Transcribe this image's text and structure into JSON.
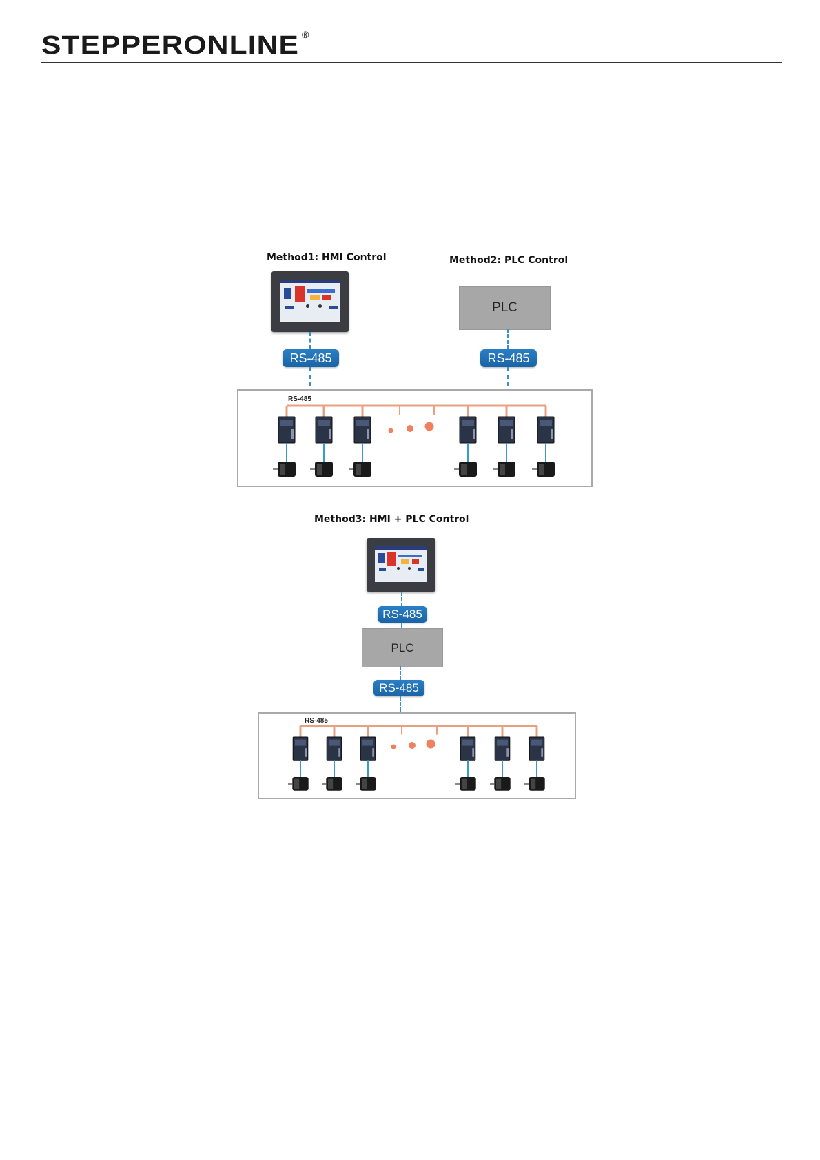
{
  "header": {
    "brand": "STEPPERONLINE",
    "registered": "®"
  },
  "method1": {
    "title": "Method1: HMI Control",
    "badge": "RS-485",
    "bus_label": "RS-485"
  },
  "method2": {
    "title": "Method2: PLC Control",
    "device": "PLC",
    "badge": "RS-485"
  },
  "method3": {
    "title": "Method3: HMI + PLC Control",
    "badge_top": "RS-485",
    "device": "PLC",
    "badge_bottom": "RS-485",
    "bus_label": "RS-485"
  },
  "colors": {
    "bus": "#e8a080",
    "signal": "#3a9ac8",
    "badge": "#1f6fb4",
    "plc": "#a7a7a7"
  }
}
